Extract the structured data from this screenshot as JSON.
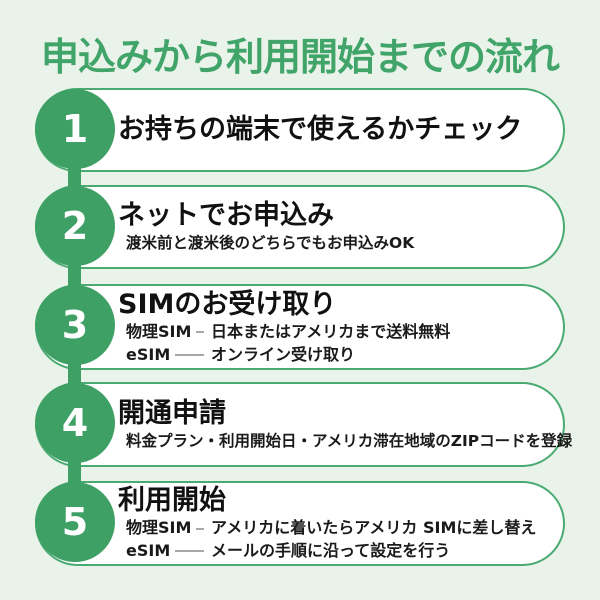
{
  "page": {
    "title": "申込みから利用開始までの流れ",
    "colors": {
      "background": "#e9f3ea",
      "accent_green": "#3fa065",
      "pill_border_green": "#4aab72",
      "title_green": "#41a469",
      "text_black": "#111111",
      "leader_line_gray": "#a8a8a8",
      "pill_fill": "#ffffff",
      "number_text": "#ffffff"
    }
  },
  "steps": [
    {
      "number": "1",
      "heading": "お持ちの端末で使えるかチェック"
    },
    {
      "number": "2",
      "heading": "ネットでお申込み",
      "sub": "渡米前と渡米後のどちらでもお申込みOK"
    },
    {
      "number": "3",
      "heading": "SIMのお受け取り",
      "details": [
        {
          "label": "物理SIM",
          "desc": "日本またはアメリカまで送料無料"
        },
        {
          "label": "eSIM",
          "desc": "オンライン受け取り"
        }
      ]
    },
    {
      "number": "4",
      "heading": "開通申請",
      "sub": "料金プラン・利用開始日・アメリカ滞在地域のZIPコードを登録"
    },
    {
      "number": "5",
      "heading": "利用開始",
      "details": [
        {
          "label": "物理SIM",
          "desc": "アメリカに着いたらアメリカ SIMに差し替え"
        },
        {
          "label": "eSIM",
          "desc": "メールの手順に沿って設定を行う"
        }
      ]
    }
  ]
}
